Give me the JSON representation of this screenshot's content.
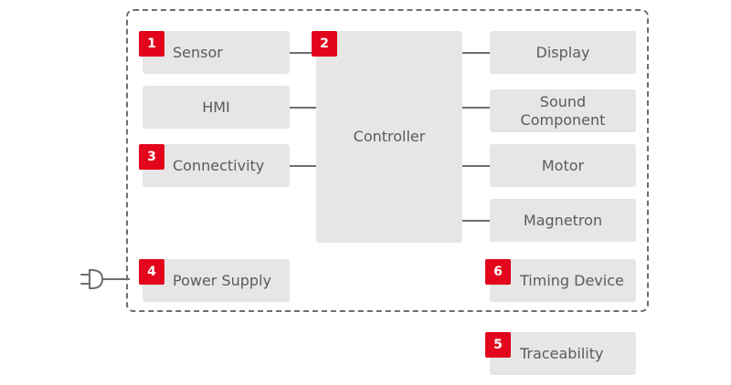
{
  "components": {
    "sensor": "Sensor",
    "hmi": "HMI",
    "connectivity": "Connectivity",
    "controller": "Controller",
    "display": "Display",
    "sound_component": "Sound\nComponent",
    "motor": "Motor",
    "magnetron": "Magnetron",
    "power_supply": "Power Supply",
    "timing_device": "Timing Device",
    "traceability": "Traceability"
  },
  "badges": {
    "sensor": "1",
    "controller": "2",
    "connectivity": "3",
    "power_supply": "4",
    "traceability": "5",
    "timing_device": "6"
  },
  "colors": {
    "accent": "#e3051b",
    "box": "#e6e6e6",
    "line": "#6e6e6e",
    "text": "#5b5b5b"
  },
  "icons": {
    "power_plug": "power-plug-icon"
  }
}
